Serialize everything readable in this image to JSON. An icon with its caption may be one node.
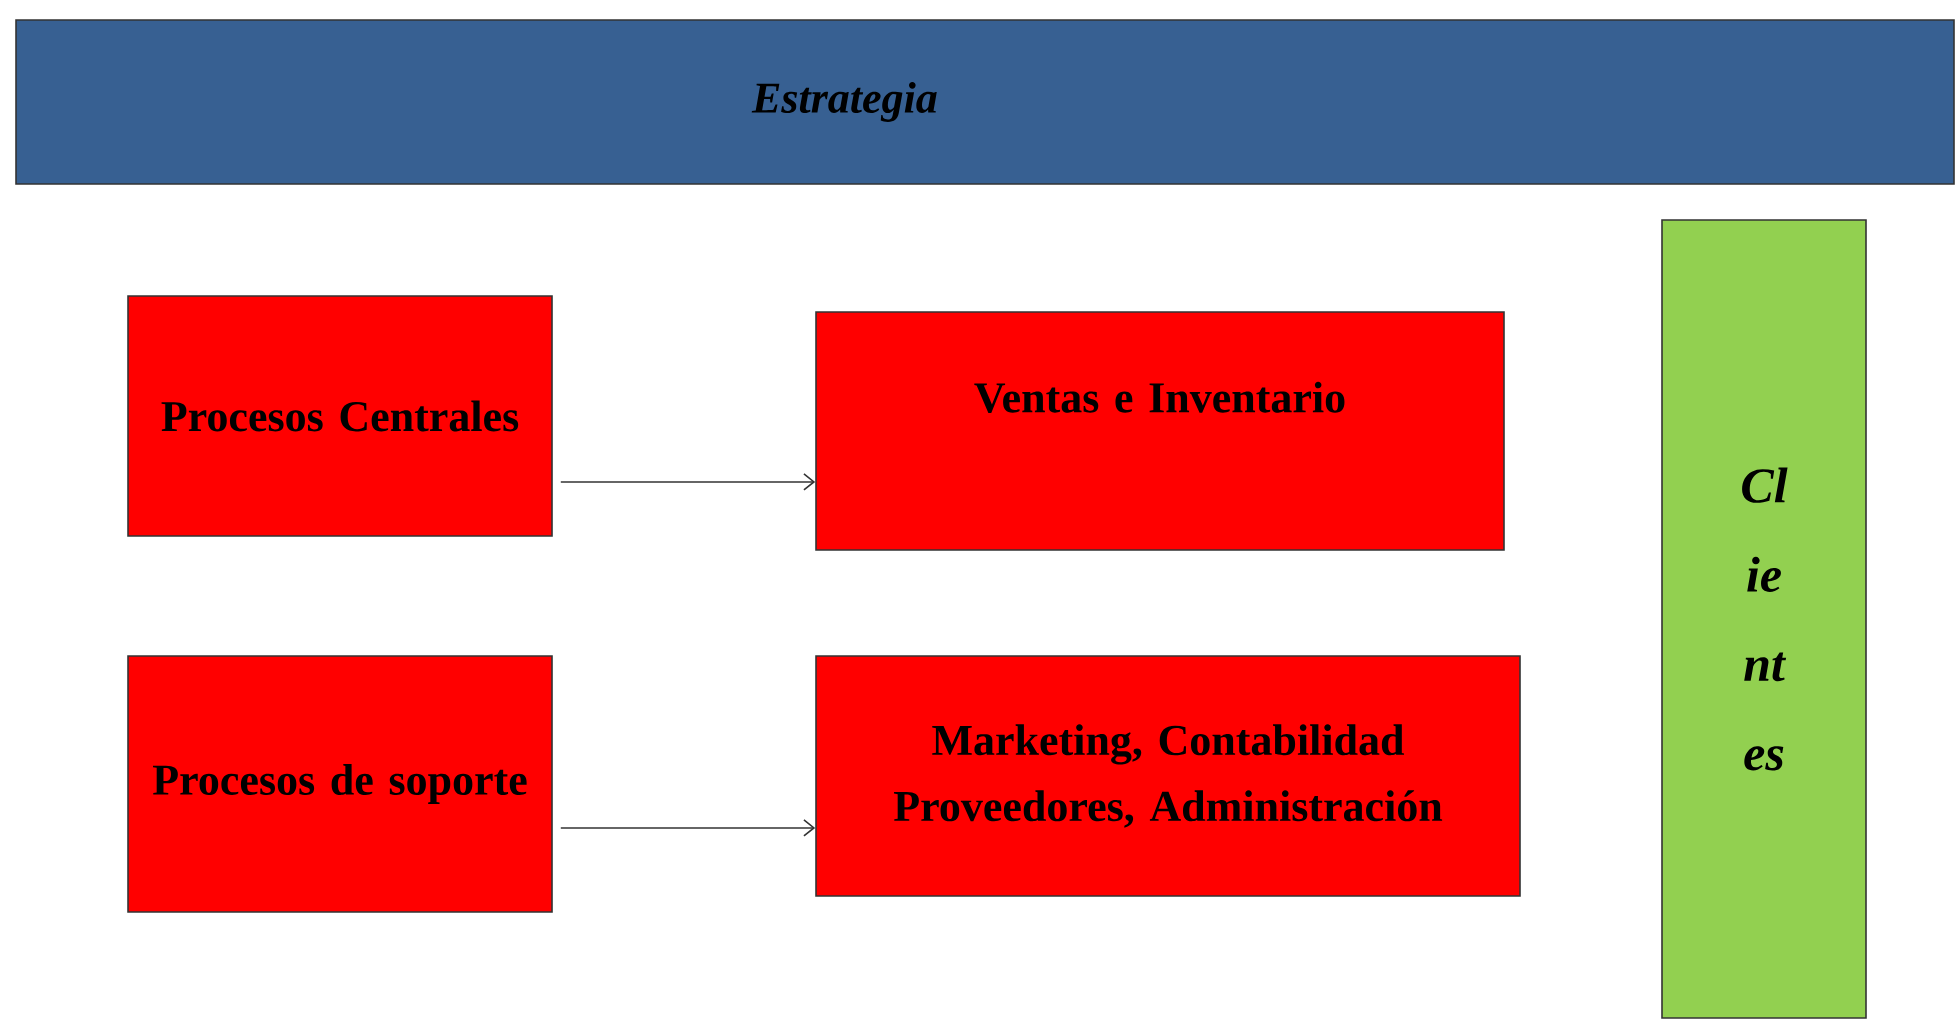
{
  "diagram": {
    "nodes": [
      {
        "text": [
          "Estrategia"
        ]
      },
      {
        "text": [
          "Procesos Centrales"
        ]
      },
      {
        "text": [
          "Ventas e Inventario"
        ]
      },
      {
        "text": [
          "Procesos de soporte"
        ]
      },
      {
        "text": [
          "Marketing, Contabilidad Proveedores, Administración"
        ]
      },
      {
        "text": [
          "Clientes"
        ]
      }
    ],
    "edges": [
      {
        "from": 1,
        "to": 2,
        "arrow": "to"
      },
      {
        "from": 3,
        "to": 4,
        "arrow": "to"
      }
    ]
  }
}
